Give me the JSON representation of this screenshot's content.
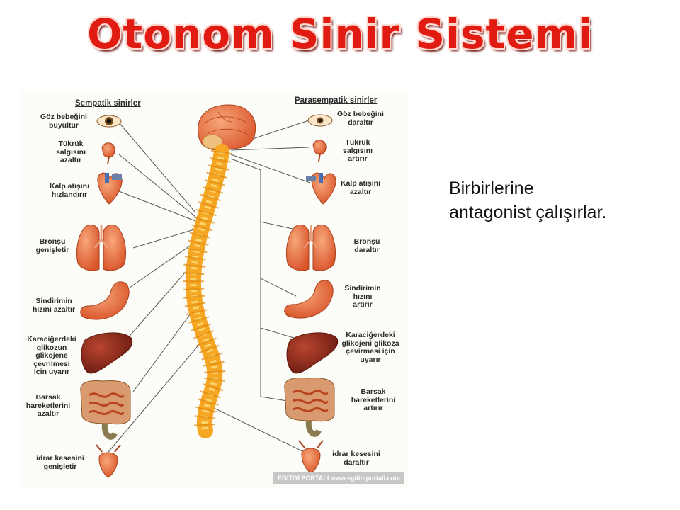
{
  "slide": {
    "title": "Otonom Sinir Sistemi",
    "statement": "Birbirlerine\nantagonist çalışırlar."
  },
  "diagram": {
    "sympathetic": {
      "header": "Sempatik sinirler",
      "labels": {
        "eye": "Göz bebeğini\nbüyültür",
        "saliva": "Tükrük\nsalgısını\nazaltır",
        "heart": "Kalp atışını\nhızlandırır",
        "bronchi": "Bronşu\ngenişletir",
        "digestion": "Sindirimin\nhızını azaltır",
        "liver": "Karaciğerdeki\nglikozun\nglikojene\nçevrilmesi\niçin uyarır",
        "intestine": "Barsak\nhareketlerini\nazaltır",
        "bladder": "idrar kesesini\ngenişletir"
      }
    },
    "parasympathetic": {
      "header": "Parasempatik sinirler",
      "labels": {
        "eye": "Göz bebeğini\ndaraltır",
        "saliva": "Tükrük\nsalgısını\nartırır",
        "heart": "Kalp atışını\nazaltır",
        "bronchi": "Bronşu\ndaraltır",
        "digestion": "Sindirimin\nhızını\nartırır",
        "liver": "Karaciğerdeki\nglikojeni glikoza\nçevirmesi için\nuyarır",
        "intestine": "Barsak\nhareketlerini\nartırır",
        "bladder": "idrar kesesini\ndaraltır"
      }
    },
    "watermark": "EGITIM PORTALI www.egitimportali.com",
    "colors": {
      "title": "#e01b12",
      "spine": "#f5a623",
      "organ": "#e8733a",
      "liver": "#8e2a1c",
      "nerve_line": "#555555"
    }
  }
}
